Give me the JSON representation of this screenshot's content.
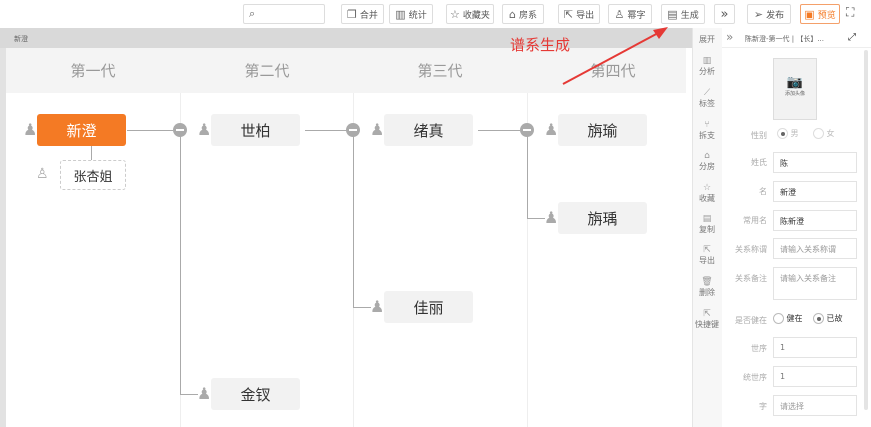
{
  "toolbar": {
    "search_placeholder": "",
    "buttons": [
      {
        "label": "合并",
        "icon": "merge-icon"
      },
      {
        "label": "统计",
        "icon": "chart-icon"
      },
      {
        "label": "收藏夹",
        "icon": "star-icon"
      },
      {
        "label": "房系",
        "icon": "house-icon"
      },
      {
        "label": "导出",
        "icon": "export-icon"
      },
      {
        "label": "幂字",
        "icon": "person-icon"
      },
      {
        "label": "生成",
        "icon": "generate-icon"
      },
      {
        "label": "发布",
        "icon": "send-icon"
      },
      {
        "label": "预览",
        "icon": "preview-icon"
      }
    ]
  },
  "breadcrumb": "新澄",
  "annotation": "谱系生成",
  "generations": [
    "第一代",
    "第二代",
    "第三代",
    "第四代"
  ],
  "tree": {
    "root": "新澄",
    "spouse": "张杏姐",
    "gen2": [
      "世柏",
      "金钗"
    ],
    "gen3": [
      "绪真",
      "佳丽"
    ],
    "gen4": [
      "旃瑜",
      "旃瑀"
    ]
  },
  "colors": {
    "accent": "#f47a24",
    "annotation": "#e53935"
  },
  "sidebar": {
    "expand": "展开",
    "items": [
      "分析",
      "标签",
      "拆支",
      "分房",
      "收藏",
      "复制",
      "导出",
      "删除",
      "快捷键"
    ]
  },
  "panel": {
    "title": "陈新澄-第一代 | 【长】...",
    "photo_label": "添加头像",
    "gender_label": "性别",
    "gender_options": [
      "男",
      "女"
    ],
    "surname_label": "姓氏",
    "surname": "陈",
    "name_label": "名",
    "name": "新澄",
    "common_label": "常用名",
    "common": "陈新澄",
    "relation_label": "关系称谓",
    "relation_placeholder": "请输入关系称谓",
    "note_label": "关系备注",
    "note_placeholder": "请输入关系备注",
    "alive_label": "是否健在",
    "alive_options": [
      "健在",
      "已故"
    ],
    "alive_selected": "已故",
    "order_label": "世序",
    "order": "1",
    "total_order_label": "统世序",
    "total_order": "1",
    "zi_label": "字",
    "zi_placeholder": "请选择"
  }
}
